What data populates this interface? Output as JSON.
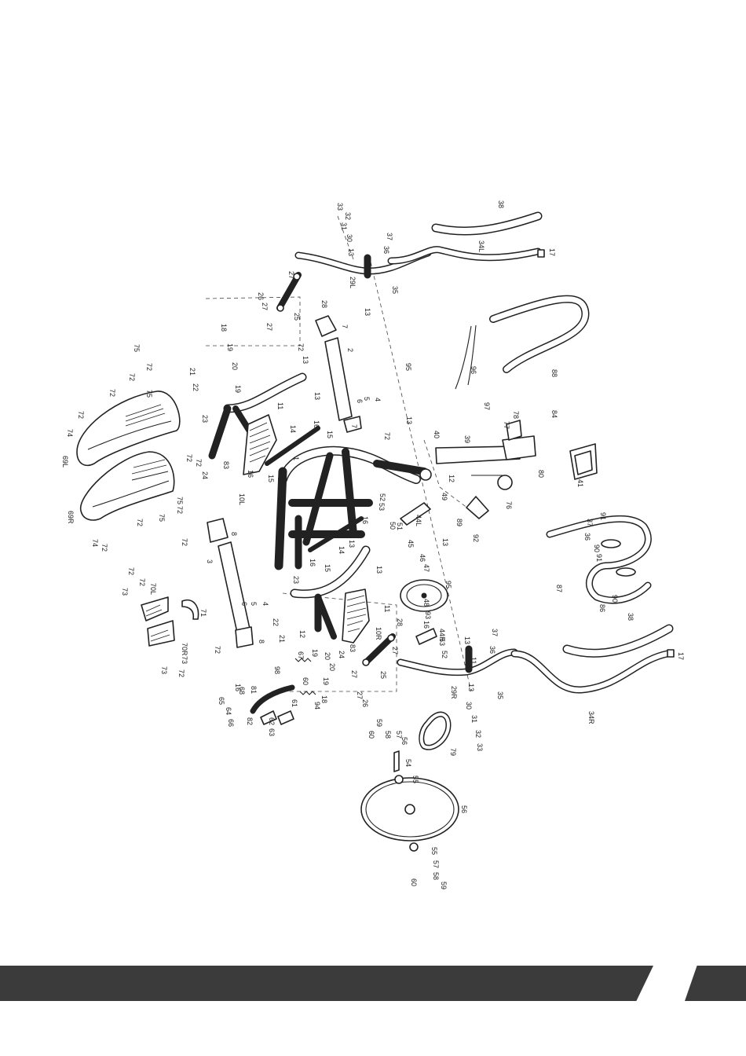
{
  "diagram": {
    "labels": [
      "1",
      "2",
      "3",
      "4",
      "5",
      "6",
      "7",
      "8",
      "10L",
      "10R",
      "11",
      "12",
      "13",
      "14",
      "15",
      "16",
      "17",
      "18",
      "19",
      "20",
      "21",
      "22",
      "23",
      "24",
      "25",
      "26",
      "27",
      "28",
      "29L",
      "29R",
      "30",
      "31",
      "32",
      "33",
      "34L",
      "34R",
      "35",
      "36",
      "37",
      "38",
      "39",
      "40",
      "41",
      "44L",
      "44R",
      "45",
      "46",
      "47",
      "48",
      "49",
      "50",
      "51",
      "52",
      "53",
      "54",
      "55",
      "56",
      "57",
      "58",
      "59",
      "60",
      "61",
      "62",
      "63",
      "64",
      "65",
      "66",
      "67",
      "68",
      "69L",
      "69R",
      "70L",
      "70R",
      "71",
      "72",
      "73",
      "74",
      "75",
      "76",
      "77",
      "78",
      "79",
      "80",
      "81",
      "82",
      "83",
      "84",
      "86",
      "87",
      "88",
      "89",
      "90",
      "91",
      "92",
      "93",
      "94",
      "95",
      "96",
      "97",
      "98"
    ]
  },
  "footer": {
    "page_number": ""
  }
}
